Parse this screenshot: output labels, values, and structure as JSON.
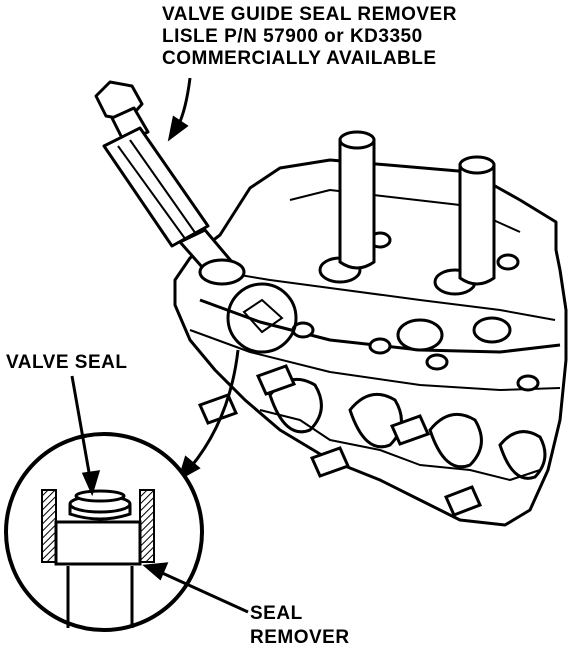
{
  "labels": {
    "tool_line1": "VALVE GUIDE SEAL REMOVER",
    "tool_line2": "LISLE P/N 57900 or KD3350",
    "tool_line3": "COMMERCIALLY AVAILABLE",
    "valve_seal": "VALVE SEAL",
    "seal_remover_line1": "SEAL",
    "seal_remover_line2": "REMOVER"
  }
}
